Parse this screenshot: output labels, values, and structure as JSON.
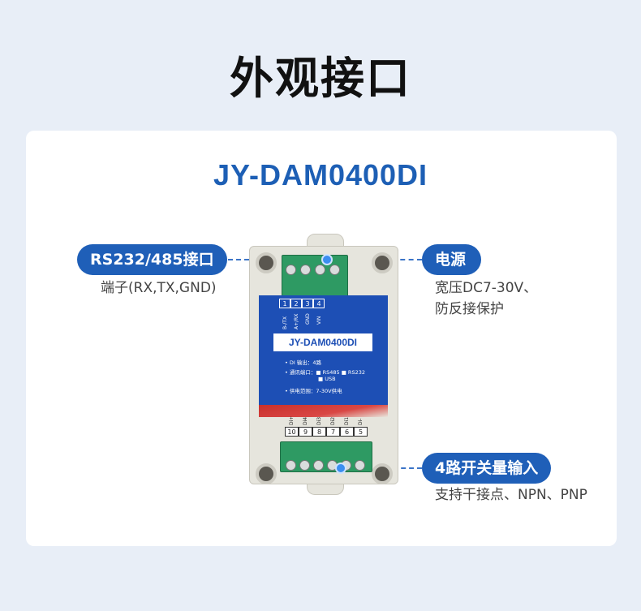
{
  "page": {
    "title": "外观接口"
  },
  "card": {
    "model": "JY-DAM0400DI"
  },
  "callouts": {
    "serial": {
      "label": "RS232/485接口",
      "caption": "端子(RX,TX,GND)"
    },
    "power": {
      "label": "电源",
      "caption_lines": [
        "宽压DC7-30V、",
        "防反接保护"
      ]
    },
    "inputs": {
      "label": "4路开关量输入",
      "caption": "支持干接点、NPN、PNP"
    }
  },
  "device": {
    "top_pins": [
      "1",
      "2",
      "3",
      "4"
    ],
    "top_pin_labels": [
      "B-/TX",
      "A+/RX",
      "GND",
      "VIN"
    ],
    "model_label": "JY-DAM0400DI",
    "specs": [
      "• DI  输出：4路",
      "• 通讯端口：■ RS485  ■ RS232",
      "■ USB",
      "• 供电范围：7-30V供电"
    ],
    "bottom_pin_labels": [
      "Di+",
      "Di4",
      "Di3",
      "Di2",
      "Di1",
      "Di-"
    ],
    "bottom_pins": [
      "10",
      "9",
      "8",
      "7",
      "6",
      "5"
    ]
  },
  "colors": {
    "accent": "#1f5fb8",
    "title": "#1d5fb5",
    "background": "#e8eef7"
  }
}
